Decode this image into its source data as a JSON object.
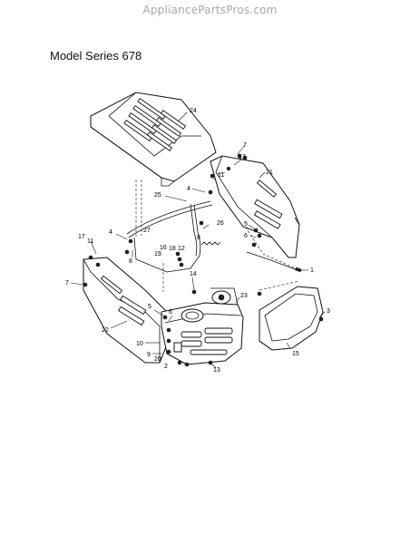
{
  "header": {
    "watermark": "AppliancePartsPros.com",
    "title": "Model Series 678"
  },
  "callouts": {
    "c1": "1",
    "c2": "2",
    "c3": "3",
    "c4a": "4",
    "c4b": "4",
    "c5a": "5",
    "c5b": "5",
    "c6a": "6",
    "c6b": "6",
    "c7a": "7",
    "c7b": "7",
    "c8a": "8",
    "c8b": "8",
    "c9": "9",
    "c10": "10",
    "c11a": "11",
    "c11b": "11",
    "c12": "12",
    "c13": "13",
    "c14": "14",
    "c15": "15",
    "c16": "16",
    "c17a": "17",
    "c17b": "17",
    "c18": "18",
    "c19": "19",
    "c20": "20",
    "c21": "21",
    "c22": "22",
    "c23": "23",
    "c24": "24",
    "c25": "25",
    "c26": "26",
    "c27": "27"
  }
}
